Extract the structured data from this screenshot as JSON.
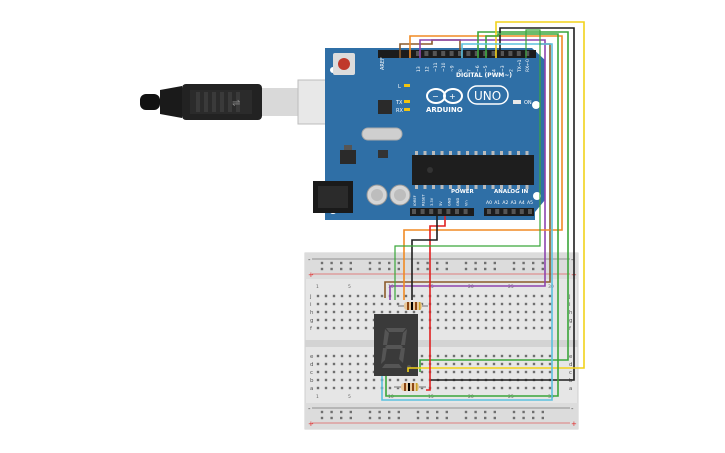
{
  "board": {
    "brand": "ARDUINO",
    "model": "UNO",
    "digital_header": "DIGITAL (PWM~)",
    "analog_header": "ANALOG IN",
    "power_header": "POWER",
    "on_label": "ON",
    "l_label": "L",
    "tx_label": "TX",
    "rx_label": "RX",
    "aref_label": "AREF",
    "gnd_label": "GND",
    "digital_pins": [
      "13",
      "12",
      "~11",
      "~10",
      "~9",
      "8",
      "7",
      "~6",
      "~5",
      "4",
      "~3",
      "2",
      "TX→1",
      "RX←0"
    ],
    "analog_pins": [
      "A0",
      "A1",
      "A2",
      "A3",
      "A4",
      "A5"
    ],
    "power_pins": [
      "IOREF",
      "RESET",
      "3.3V",
      "5V",
      "GND",
      "GND",
      "Vin"
    ]
  },
  "breadboard": {
    "row_letters_top": [
      "j",
      "i",
      "h",
      "g",
      "f"
    ],
    "row_letters_bottom": [
      "e",
      "d",
      "c",
      "b",
      "a"
    ],
    "columns": [
      "1",
      "5",
      "10",
      "15",
      "20",
      "25",
      "30"
    ],
    "plus_sign": "+",
    "minus_sign": "-"
  },
  "colors": {
    "board_blue": "#2f6fa6",
    "breadboard_bg": "#e6e6e6",
    "wire_orange": "#f08a24",
    "wire_purple": "#8e44ad",
    "wire_green": "#3aa63a",
    "wire_yellow": "#f2d21a",
    "wire_blue": "#5bc0de",
    "wire_brown": "#8b5a2b",
    "wire_red": "#e02020",
    "wire_dark": "#1e1e1e"
  }
}
